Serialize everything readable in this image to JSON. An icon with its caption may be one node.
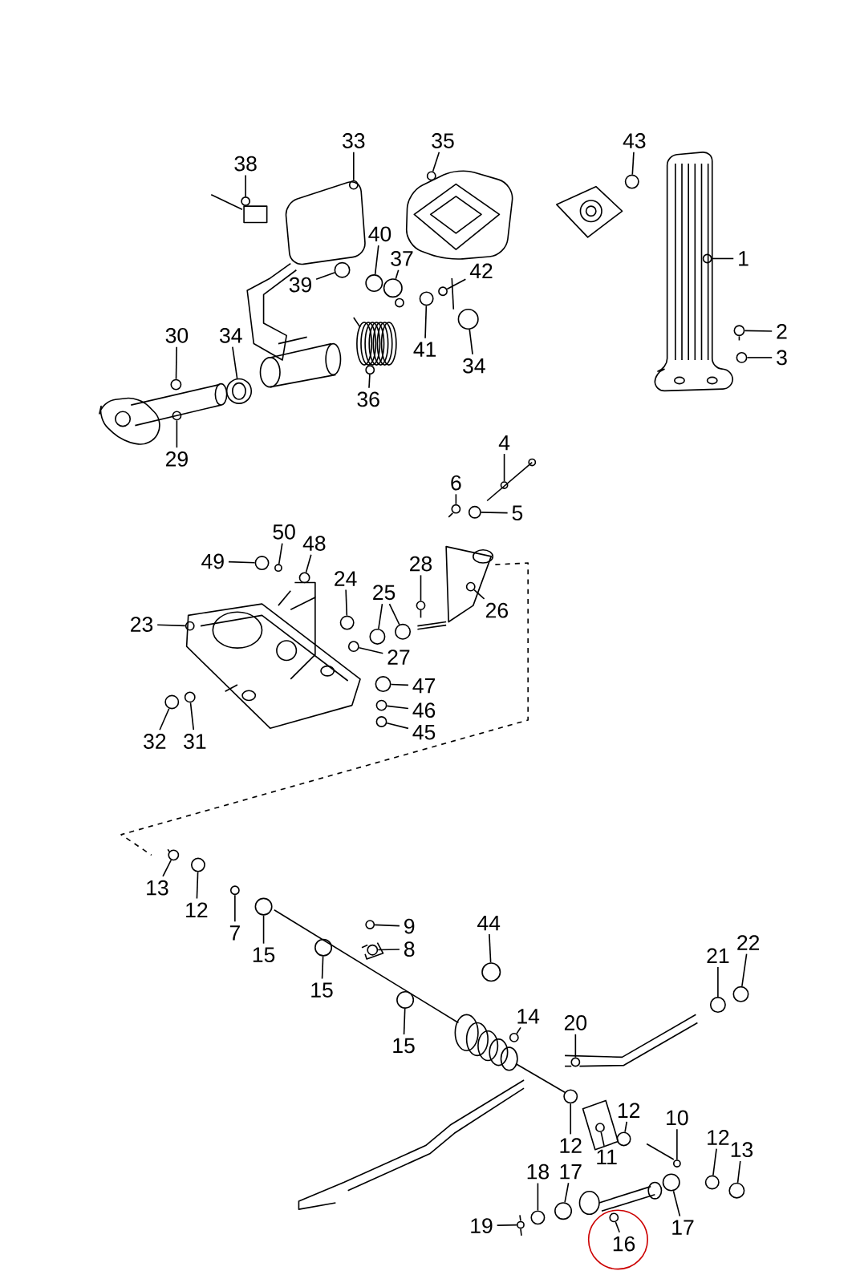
{
  "diagram": {
    "nodes": [
      {
        "text": [
          "33"
        ]
      },
      {
        "text": [
          "35"
        ]
      },
      {
        "text": [
          "38"
        ]
      },
      {
        "text": [
          "43"
        ]
      },
      {
        "text": [
          "40"
        ]
      },
      {
        "text": [
          "1"
        ]
      },
      {
        "text": [
          "37"
        ]
      },
      {
        "text": [
          "42"
        ]
      },
      {
        "text": [
          "39"
        ]
      },
      {
        "text": [
          "30"
        ]
      },
      {
        "text": [
          "34"
        ]
      },
      {
        "text": [
          "2"
        ]
      },
      {
        "text": [
          "3"
        ]
      },
      {
        "text": [
          "41"
        ]
      },
      {
        "text": [
          "34"
        ]
      },
      {
        "text": [
          "36"
        ]
      },
      {
        "text": [
          "29"
        ]
      },
      {
        "text": [
          "4"
        ]
      },
      {
        "text": [
          "6"
        ]
      },
      {
        "text": [
          "5"
        ]
      },
      {
        "text": [
          "50"
        ]
      },
      {
        "text": [
          "48"
        ]
      },
      {
        "text": [
          "49"
        ]
      },
      {
        "text": [
          "28"
        ]
      },
      {
        "text": [
          "24"
        ]
      },
      {
        "text": [
          "25"
        ]
      },
      {
        "text": [
          "26"
        ]
      },
      {
        "text": [
          "23"
        ]
      },
      {
        "text": [
          "27"
        ]
      },
      {
        "text": [
          "47"
        ]
      },
      {
        "text": [
          "46"
        ]
      },
      {
        "text": [
          "45"
        ]
      },
      {
        "text": [
          "32"
        ]
      },
      {
        "text": [
          "31"
        ]
      },
      {
        "text": [
          "13"
        ]
      },
      {
        "text": [
          "12"
        ]
      },
      {
        "text": [
          "7"
        ]
      },
      {
        "text": [
          "15"
        ]
      },
      {
        "text": [
          "9"
        ]
      },
      {
        "text": [
          "8"
        ]
      },
      {
        "text": [
          "44"
        ]
      },
      {
        "text": [
          "21"
        ]
      },
      {
        "text": [
          "22"
        ]
      },
      {
        "text": [
          "15"
        ]
      },
      {
        "text": [
          "14"
        ]
      },
      {
        "text": [
          "20"
        ]
      },
      {
        "text": [
          "15"
        ]
      },
      {
        "text": [
          "10"
        ]
      },
      {
        "text": [
          "12"
        ]
      },
      {
        "text": [
          "12"
        ]
      },
      {
        "text": [
          "11"
        ]
      },
      {
        "text": [
          "12"
        ]
      },
      {
        "text": [
          "13"
        ]
      },
      {
        "text": [
          "18"
        ]
      },
      {
        "text": [
          "17"
        ]
      },
      {
        "text": [
          "19"
        ]
      },
      {
        "text": [
          "16"
        ]
      },
      {
        "text": [
          "17"
        ]
      },
      {
        "text": [],
        "shape": "circle"
      },
      {
        "text": [],
        "shape": "circle"
      },
      {
        "text": [],
        "shape": "circle"
      },
      {
        "text": [],
        "shape": "circle"
      },
      {
        "text": [],
        "shape": "circle"
      },
      {
        "text": [],
        "shape": "circle"
      },
      {
        "text": [],
        "shape": "circle"
      },
      {
        "text": [],
        "shape": "circle"
      },
      {
        "text": [],
        "shape": "circle"
      },
      {
        "text": [],
        "shape": "circle"
      },
      {
        "text": [],
        "shape": "circle"
      },
      {
        "text": [],
        "shape": "circle"
      },
      {
        "text": [],
        "shape": "circle"
      },
      {
        "text": [],
        "shape": "circle"
      },
      {
        "text": [],
        "shape": "circle"
      },
      {
        "text": [],
        "shape": "circle"
      },
      {
        "text": [],
        "shape": "circle"
      },
      {
        "text": [],
        "shape": "circle"
      },
      {
        "text": [],
        "shape": "circle"
      },
      {
        "text": [],
        "shape": "circle"
      },
      {
        "text": [],
        "shape": "circle"
      },
      {
        "text": [],
        "shape": "circle"
      },
      {
        "text": [],
        "shape": "circle"
      },
      {
        "text": [],
        "shape": "circle"
      },
      {
        "text": [],
        "shape": "circle"
      },
      {
        "text": [],
        "shape": "circle"
      },
      {
        "text": [],
        "shape": "circle"
      },
      {
        "text": [],
        "shape": "circle"
      },
      {
        "text": [],
        "shape": "circle"
      },
      {
        "text": [],
        "shape": "circle"
      },
      {
        "text": [],
        "shape": "circle"
      },
      {
        "text": [],
        "shape": "circle"
      },
      {
        "text": [],
        "shape": "circle"
      },
      {
        "text": [],
        "shape": "circle"
      },
      {
        "text": [],
        "shape": "circle"
      },
      {
        "text": [],
        "shape": "circle"
      },
      {
        "text": [],
        "shape": "circle"
      },
      {
        "text": [],
        "shape": "circle"
      },
      {
        "text": [],
        "shape": "circle"
      },
      {
        "text": [],
        "shape": "circle"
      },
      {
        "text": [],
        "shape": "circle"
      },
      {
        "text": [],
        "shape": "circle"
      },
      {
        "text": [],
        "shape": "circle"
      },
      {
        "text": [],
        "shape": "circle"
      },
      {
        "text": [],
        "shape": "circle"
      },
      {
        "text": [],
        "shape": "circle"
      },
      {
        "text": [],
        "shape": "circle"
      },
      {
        "text": [],
        "shape": "circle"
      },
      {
        "text": [],
        "shape": "circle"
      },
      {
        "text": [],
        "shape": "circle"
      },
      {
        "text": [],
        "shape": "circle"
      },
      {
        "text": [],
        "shape": "circle"
      },
      {
        "text": [],
        "shape": "circle"
      },
      {
        "text": [],
        "shape": "circle"
      },
      {
        "text": [],
        "shape": "circle"
      },
      {
        "text": [],
        "shape": "circle"
      },
      {
        "text": [],
        "shape": "circle"
      },
      {
        "text": [],
        "shape": "circle"
      },
      {
        "text": [],
        "shape": "circle"
      }
    ],
    "edges": [
      {
        "from": 0,
        "to": 58,
        "arrow": "none"
      },
      {
        "from": 1,
        "to": 59,
        "arrow": "none"
      },
      {
        "from": 2,
        "to": 60,
        "arrow": "none"
      },
      {
        "from": 3,
        "to": 61,
        "arrow": "none"
      },
      {
        "from": 4,
        "to": 62,
        "arrow": "none"
      },
      {
        "from": 5,
        "to": 63,
        "arrow": "none"
      },
      {
        "from": 6,
        "to": 64,
        "arrow": "none"
      },
      {
        "from": 7,
        "to": 65,
        "arrow": "none"
      },
      {
        "from": 8,
        "to": 66,
        "arrow": "none"
      },
      {
        "from": 9,
        "to": 67,
        "arrow": "none"
      },
      {
        "from": 10,
        "to": 68,
        "arrow": "none"
      },
      {
        "from": 11,
        "to": 69,
        "arrow": "none"
      },
      {
        "from": 12,
        "to": 70,
        "arrow": "none"
      },
      {
        "from": 13,
        "to": 71,
        "arrow": "none"
      },
      {
        "from": 14,
        "to": 72,
        "arrow": "none"
      },
      {
        "from": 15,
        "to": 73,
        "arrow": "none"
      },
      {
        "from": 16,
        "to": 74,
        "arrow": "none"
      },
      {
        "from": 17,
        "to": 75,
        "arrow": "none"
      },
      {
        "from": 18,
        "to": 76,
        "arrow": "none"
      },
      {
        "from": 19,
        "to": 77,
        "arrow": "none"
      },
      {
        "from": 20,
        "to": 78,
        "arrow": "none"
      },
      {
        "from": 21,
        "to": 79,
        "arrow": "none"
      },
      {
        "from": 22,
        "to": 80,
        "arrow": "none"
      },
      {
        "from": 23,
        "to": 81,
        "arrow": "none"
      },
      {
        "from": 24,
        "to": 82,
        "arrow": "none"
      },
      {
        "from": 25,
        "to": 83,
        "arrow": "none"
      },
      {
        "from": 25,
        "to": 84,
        "arrow": "none"
      },
      {
        "from": 26,
        "to": 85,
        "arrow": "none"
      },
      {
        "from": 27,
        "to": 86,
        "arrow": "none"
      },
      {
        "from": 28,
        "to": 87,
        "arrow": "none"
      },
      {
        "from": 29,
        "to": 88,
        "arrow": "none"
      },
      {
        "from": 30,
        "to": 89,
        "arrow": "none"
      },
      {
        "from": 31,
        "to": 90,
        "arrow": "none"
      },
      {
        "from": 32,
        "to": 91,
        "arrow": "none"
      },
      {
        "from": 33,
        "to": 92,
        "arrow": "none"
      },
      {
        "from": 34,
        "to": 93,
        "arrow": "none"
      },
      {
        "from": 35,
        "to": 94,
        "arrow": "none"
      },
      {
        "from": 36,
        "to": 95,
        "arrow": "none"
      },
      {
        "from": 37,
        "to": 96,
        "arrow": "none"
      },
      {
        "from": 38,
        "to": 97,
        "arrow": "none"
      },
      {
        "from": 39,
        "to": 98,
        "arrow": "none"
      },
      {
        "from": 40,
        "to": 99,
        "arrow": "none"
      },
      {
        "from": 41,
        "to": 100,
        "arrow": "none"
      },
      {
        "from": 42,
        "to": 101,
        "arrow": "none"
      },
      {
        "from": 43,
        "to": 102,
        "arrow": "none"
      },
      {
        "from": 44,
        "to": 103,
        "arrow": "none"
      },
      {
        "from": 45,
        "to": 104,
        "arrow": "none"
      },
      {
        "from": 46,
        "to": 105,
        "arrow": "none"
      },
      {
        "from": 47,
        "to": 106,
        "arrow": "none"
      },
      {
        "from": 48,
        "to": 107,
        "arrow": "none"
      },
      {
        "from": 49,
        "to": 108,
        "arrow": "none"
      },
      {
        "from": 50,
        "to": 109,
        "arrow": "none"
      },
      {
        "from": 51,
        "to": 110,
        "arrow": "none"
      },
      {
        "from": 52,
        "to": 111,
        "arrow": "none"
      },
      {
        "from": 53,
        "to": 112,
        "arrow": "none"
      },
      {
        "from": 54,
        "to": 113,
        "arrow": "none"
      },
      {
        "from": 55,
        "to": 114,
        "arrow": "none"
      },
      {
        "from": 56,
        "to": 115,
        "arrow": "none"
      },
      {
        "from": 57,
        "to": 116,
        "arrow": "none"
      }
    ]
  }
}
